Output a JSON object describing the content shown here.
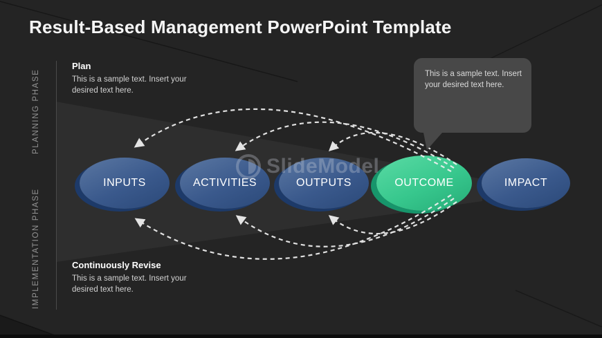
{
  "title": "Result-Based Management PowerPoint Template",
  "sidebar": {
    "planning_label": "PLANNING PHASE",
    "implementation_label": "IMPLEMENTATION PHASE"
  },
  "plan_note": {
    "heading": "Plan",
    "body": "This is a sample text. Insert your desired text here."
  },
  "revise_note": {
    "heading": "Continuously Revise",
    "body": "This is a sample text. Insert your desired text here."
  },
  "callout": {
    "text": "This is a sample text. Insert your desired text here."
  },
  "nodes": [
    {
      "label": "INPUTS",
      "color": "#3a598c"
    },
    {
      "label": "ACTIVITIES",
      "color": "#3a598c"
    },
    {
      "label": "OUTPUTS",
      "color": "#3a598c"
    },
    {
      "label": "OUTCOME",
      "color": "#37c78d"
    },
    {
      "label": "IMPACT",
      "color": "#3a598c"
    }
  ],
  "watermark": {
    "text": "SlideModel"
  },
  "colors": {
    "background": "#242424",
    "wedge": "#2e2e2e",
    "node_blue": "#3a598c",
    "node_green": "#37c78d",
    "arrow": "#f0f0f0",
    "callout_bg": "#484848",
    "divider": "#4a4a4a"
  }
}
